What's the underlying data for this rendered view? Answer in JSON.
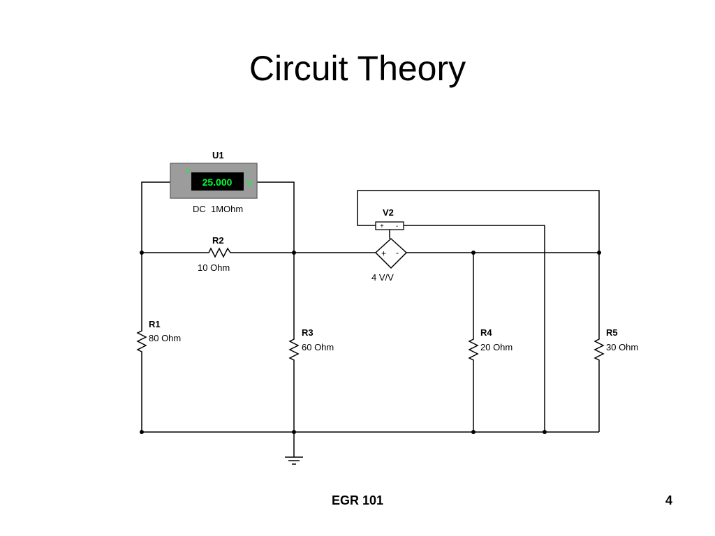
{
  "slide": {
    "title": "Circuit Theory",
    "footer_course": "EGR 101",
    "page_number": "4"
  },
  "meter": {
    "name": "U1",
    "reading": "25.000",
    "unit": "V",
    "plus_sign": "+",
    "minus_sign": "-",
    "settings": "DC  1MOhm",
    "display_color": "#00ff33"
  },
  "resistors": [
    {
      "name": "R1",
      "value": "80 Ohm"
    },
    {
      "name": "R2",
      "value": "10 Ohm"
    },
    {
      "name": "R3",
      "value": "60 Ohm"
    },
    {
      "name": "R4",
      "value": "20 Ohm"
    },
    {
      "name": "R5",
      "value": "30 Ohm"
    }
  ],
  "dependent_source": {
    "name": "V2",
    "gain": "4 V/V",
    "plus_sign": "+",
    "minus_sign": "-"
  }
}
